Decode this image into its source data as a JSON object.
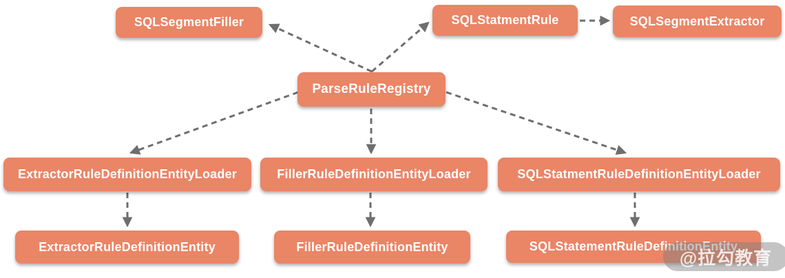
{
  "colors": {
    "node_fill": "#ea8566",
    "node_text": "#ffffff",
    "arrow": "#6e6e6e"
  },
  "nodes": {
    "sqlSegmentFiller": {
      "label": "SQLSegmentFiller"
    },
    "sqlStatmentRule": {
      "label": "SQLStatmentRule"
    },
    "sqlSegmentExtractor": {
      "label": "SQLSegmentExtractor"
    },
    "parseRuleRegistry": {
      "label": "ParseRuleRegistry"
    },
    "extractorLoader": {
      "label": "ExtractorRuleDefinitionEntityLoader"
    },
    "fillerLoader": {
      "label": "FillerRuleDefinitionEntityLoader"
    },
    "statmentLoader": {
      "label": "SQLStatmentRuleDefinitionEntityLoader"
    },
    "extractorEntity": {
      "label": "ExtractorRuleDefinitionEntity"
    },
    "fillerEntity": {
      "label": "FillerRuleDefinitionEntity"
    },
    "statementEntity": {
      "label": "SQLStatementRuleDefinitionEntity"
    }
  },
  "edges": [
    {
      "from": "ParseRuleRegistry",
      "to": "SQLSegmentFiller",
      "style": "dashed-arrow"
    },
    {
      "from": "ParseRuleRegistry",
      "to": "SQLStatmentRule",
      "style": "dashed-arrow"
    },
    {
      "from": "SQLStatmentRule",
      "to": "SQLSegmentExtractor",
      "style": "dashed-arrow"
    },
    {
      "from": "ParseRuleRegistry",
      "to": "ExtractorRuleDefinitionEntityLoader",
      "style": "dashed-arrow"
    },
    {
      "from": "ParseRuleRegistry",
      "to": "FillerRuleDefinitionEntityLoader",
      "style": "dashed-arrow"
    },
    {
      "from": "ParseRuleRegistry",
      "to": "SQLStatmentRuleDefinitionEntityLoader",
      "style": "dashed-arrow"
    },
    {
      "from": "ExtractorRuleDefinitionEntityLoader",
      "to": "ExtractorRuleDefinitionEntity",
      "style": "dashed-arrow"
    },
    {
      "from": "FillerRuleDefinitionEntityLoader",
      "to": "FillerRuleDefinitionEntity",
      "style": "dashed-arrow"
    },
    {
      "from": "SQLStatmentRuleDefinitionEntityLoader",
      "to": "SQLStatementRuleDefinitionEntity",
      "style": "dashed-arrow"
    }
  ],
  "watermark": {
    "label": "@拉勾教育"
  }
}
